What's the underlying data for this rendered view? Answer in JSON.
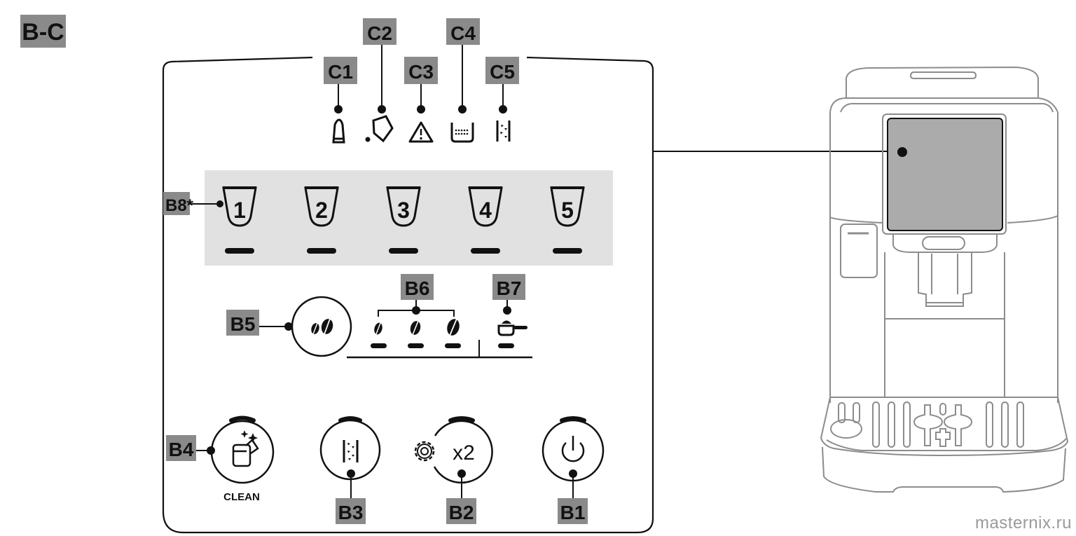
{
  "figure": {
    "section_label": "B-C",
    "watermark": "masternix.ru"
  },
  "colors": {
    "label_bg": "#8a8a8a",
    "label_text": "#111111",
    "line": "#111111",
    "panel_band": "#e1e1e1",
    "machine_line": "#8c8c8c",
    "machine_display": "#ababab"
  },
  "indicators_c": [
    {
      "id": "C1",
      "icon": "milk-frother-icon"
    },
    {
      "id": "C2",
      "icon": "empty-grounds-container-icon"
    },
    {
      "id": "C3",
      "icon": "general-alarm-icon"
    },
    {
      "id": "C4",
      "icon": "water-tank-icon"
    },
    {
      "id": "C5",
      "icon": "descale-icon"
    }
  ],
  "cup_buttons": {
    "label": "B8*",
    "items": [
      "1",
      "2",
      "3",
      "4",
      "5"
    ]
  },
  "aroma": {
    "button_label": "B5",
    "button_icon": "coffee-beans-icon",
    "levels_label": "B6",
    "levels": [
      "mild",
      "medium",
      "strong"
    ],
    "pre_ground_label": "B7",
    "pre_ground_icon": "pre-ground-coffee-scoop-icon"
  },
  "bottom_buttons": [
    {
      "id": "B4",
      "icon": "clean-icon",
      "caption": "CLEAN"
    },
    {
      "id": "B3",
      "icon": "descale-icon",
      "caption": ""
    },
    {
      "id": "B2",
      "icon": "x2-icon",
      "text": "x2",
      "side_icon": "settings-gear-icon",
      "caption": ""
    },
    {
      "id": "B1",
      "icon": "power-icon",
      "caption": ""
    }
  ]
}
